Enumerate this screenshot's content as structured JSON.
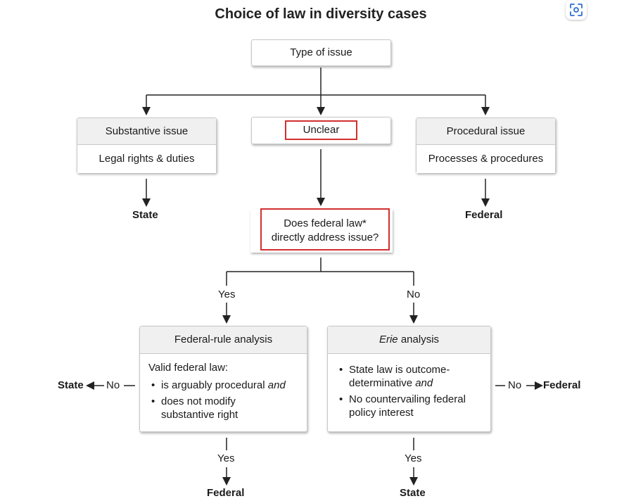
{
  "title": "Choice of law in diversity cases",
  "nodes": {
    "type_of_issue": "Type of issue",
    "substantive": {
      "head": "Substantive issue",
      "body": "Legal rights & duties"
    },
    "unclear": "Unclear",
    "procedural": {
      "head": "Procedural issue",
      "body": "Processes & procedures"
    },
    "question": {
      "line1": "Does federal law*",
      "line2": "directly address issue?"
    },
    "federal_rule": {
      "head": "Federal-rule analysis",
      "intro": "Valid federal law:",
      "b1_text": "is arguably procedural",
      "b1_em": "and",
      "b2_line1": "does not modify",
      "b2_line2": "substantive right"
    },
    "erie": {
      "head_em": "Erie",
      "head_text": "analysis",
      "b1_line1": "State law is outcome-",
      "b1_line2": "determinative",
      "b1_em": "and",
      "b2_line1": "No countervailing federal",
      "b2_line2": "policy interest"
    }
  },
  "labels": {
    "state_left_top": "State",
    "federal_right_top": "Federal",
    "yes_left": "Yes",
    "no_right": "No",
    "state_far_left": "State",
    "no_far_left": "No",
    "no_far_right": "No",
    "federal_far_right": "Federal",
    "yes_bottom_left": "Yes",
    "yes_bottom_right": "Yes",
    "federal_bottom": "Federal",
    "state_bottom": "State"
  },
  "highlight_color": "#d32f2f"
}
